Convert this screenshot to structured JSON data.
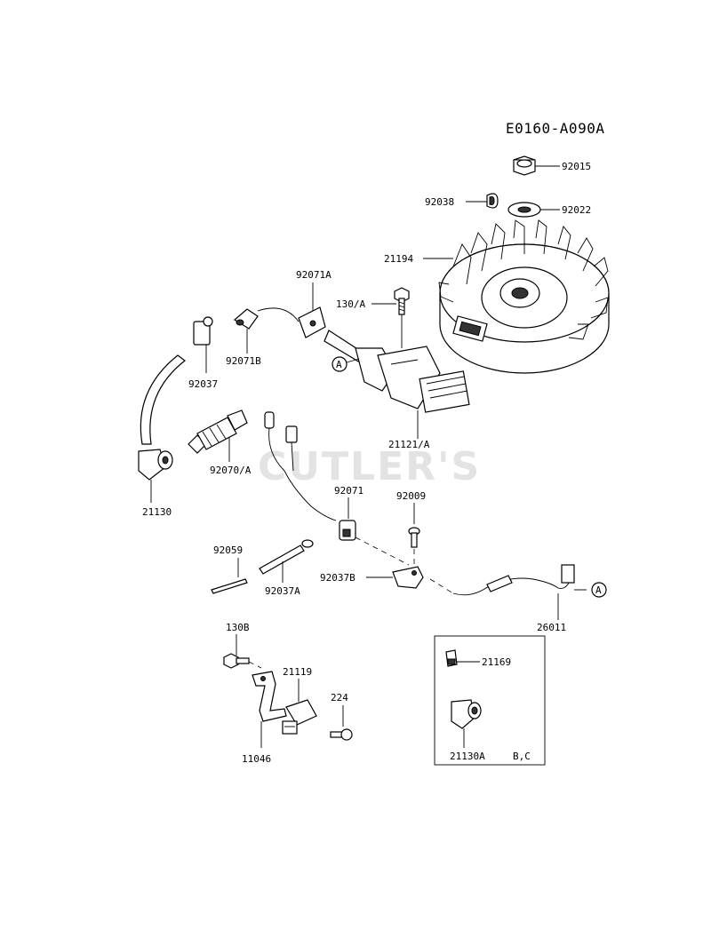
{
  "diagram_code": "E0160-A090A",
  "watermark": "CUTLER'S",
  "callout_letter": "A",
  "inset_note": "B,C",
  "part_labels": {
    "p92015": "92015",
    "p92038": "92038",
    "p92022": "92022",
    "p21194": "21194",
    "p92071A": "92071A",
    "p130A": "130/A",
    "p92071B": "92071B",
    "p92037": "92037",
    "p21121A": "21121/A",
    "p92070A": "92070/A",
    "p21130": "21130",
    "p92071": "92071",
    "p92009": "92009",
    "p92059": "92059",
    "p92037A": "92037A",
    "p92037B": "92037B",
    "p26011": "26011",
    "p130B": "130B",
    "p21119": "21119",
    "p224": "224",
    "p11046": "11046",
    "p21169": "21169",
    "p21130A": "21130A"
  }
}
